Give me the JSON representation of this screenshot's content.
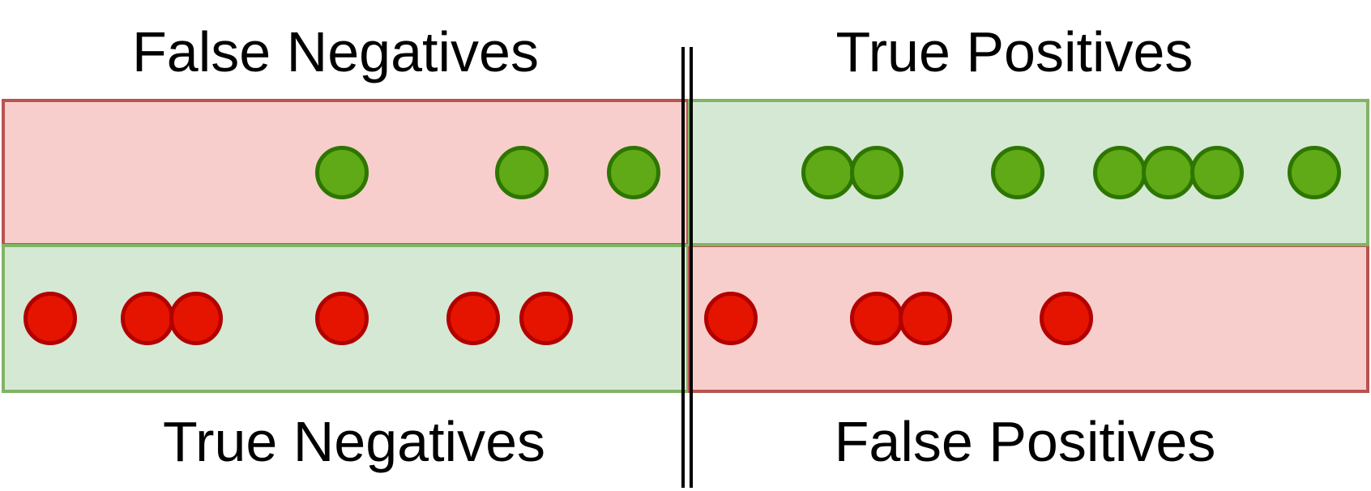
{
  "labels": {
    "top_left": "False Negatives",
    "top_right": "True Positives",
    "bottom_left": "True Negatives",
    "bottom_right": "False Positives"
  },
  "colors": {
    "red_fill": "#f8cecc",
    "red_border": "#b85450",
    "green_fill": "#d5e8d4",
    "green_border": "#82b366",
    "positive_dot_fill": "#60a917",
    "positive_dot_stroke": "#2d7600",
    "negative_dot_fill": "#e51400",
    "negative_dot_stroke": "#b20000",
    "threshold_line": "#000000"
  },
  "regions": [
    {
      "name": "false-negatives-region",
      "row": "top",
      "side": "left",
      "fill": "#f8cecc",
      "stroke": "#b85450"
    },
    {
      "name": "true-positives-region",
      "row": "top",
      "side": "right",
      "fill": "#d5e8d4",
      "stroke": "#82b366"
    },
    {
      "name": "true-negatives-region",
      "row": "bottom",
      "side": "left",
      "fill": "#d5e8d4",
      "stroke": "#82b366"
    },
    {
      "name": "false-positives-region",
      "row": "bottom",
      "side": "right",
      "fill": "#f8cecc",
      "stroke": "#b85450"
    }
  ],
  "dots": {
    "positive_count_left": 3,
    "positive_count_right": 7,
    "negative_count_left": 6,
    "negative_count_right": 4
  }
}
